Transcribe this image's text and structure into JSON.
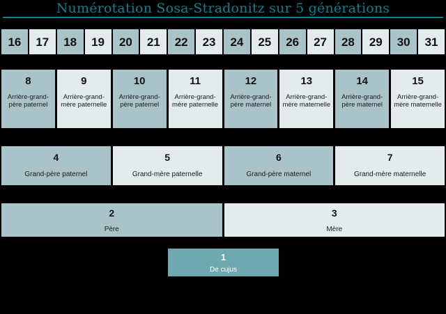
{
  "title": "Numérotation Sosa-Stradonitz sur 5 générations",
  "colors": {
    "background": "#000000",
    "title_accent": "#1a7b8c",
    "tone_dark": "#a9c3c8",
    "tone_light": "#e3ebec",
    "de_cujus": "#6fa8ae",
    "text": "#111111",
    "de_cujus_text": "#ffffff"
  },
  "generations": [
    {
      "id": "gen5",
      "level": 5,
      "cells": [
        {
          "num": "16",
          "label": "",
          "tone": "dark"
        },
        {
          "num": "17",
          "label": "",
          "tone": "light"
        },
        {
          "num": "18",
          "label": "",
          "tone": "dark"
        },
        {
          "num": "19",
          "label": "",
          "tone": "light"
        },
        {
          "num": "20",
          "label": "",
          "tone": "dark"
        },
        {
          "num": "21",
          "label": "",
          "tone": "light"
        },
        {
          "num": "22",
          "label": "",
          "tone": "dark"
        },
        {
          "num": "23",
          "label": "",
          "tone": "light"
        },
        {
          "num": "24",
          "label": "",
          "tone": "dark"
        },
        {
          "num": "25",
          "label": "",
          "tone": "light"
        },
        {
          "num": "26",
          "label": "",
          "tone": "dark"
        },
        {
          "num": "27",
          "label": "",
          "tone": "light"
        },
        {
          "num": "28",
          "label": "",
          "tone": "dark"
        },
        {
          "num": "29",
          "label": "",
          "tone": "light"
        },
        {
          "num": "30",
          "label": "",
          "tone": "dark"
        },
        {
          "num": "31",
          "label": "",
          "tone": "light"
        }
      ]
    },
    {
      "id": "gen4",
      "level": 4,
      "cells": [
        {
          "num": "8",
          "label": "Arrière-grand-père paternel",
          "tone": "dark"
        },
        {
          "num": "9",
          "label": "Arrière-grand-mère paternelle",
          "tone": "light"
        },
        {
          "num": "10",
          "label": "Arrière-grand-père paternel",
          "tone": "dark"
        },
        {
          "num": "11",
          "label": "Arrière-grand-mère paternelle",
          "tone": "light"
        },
        {
          "num": "12",
          "label": "Arrière-grand-père maternel",
          "tone": "dark"
        },
        {
          "num": "13",
          "label": "Arrière-grand-mère maternelle",
          "tone": "light"
        },
        {
          "num": "14",
          "label": "Arrière-grand-père maternel",
          "tone": "dark"
        },
        {
          "num": "15",
          "label": "Arrière-grand-mère maternelle",
          "tone": "light"
        }
      ]
    },
    {
      "id": "gen3",
      "level": 3,
      "cells": [
        {
          "num": "4",
          "label": "Grand-père paternel",
          "tone": "dark"
        },
        {
          "num": "5",
          "label": "Grand-mère paternelle",
          "tone": "light"
        },
        {
          "num": "6",
          "label": "Grand-père maternel",
          "tone": "dark"
        },
        {
          "num": "7",
          "label": "Grand-mère maternelle",
          "tone": "light"
        }
      ]
    },
    {
      "id": "gen2",
      "level": 2,
      "cells": [
        {
          "num": "2",
          "label": "Père",
          "tone": "dark"
        },
        {
          "num": "3",
          "label": "Mère",
          "tone": "light"
        }
      ]
    },
    {
      "id": "gen1",
      "level": 1,
      "cells": [
        {
          "num": "1",
          "label": "De cujus",
          "tone": "accent"
        }
      ]
    }
  ]
}
